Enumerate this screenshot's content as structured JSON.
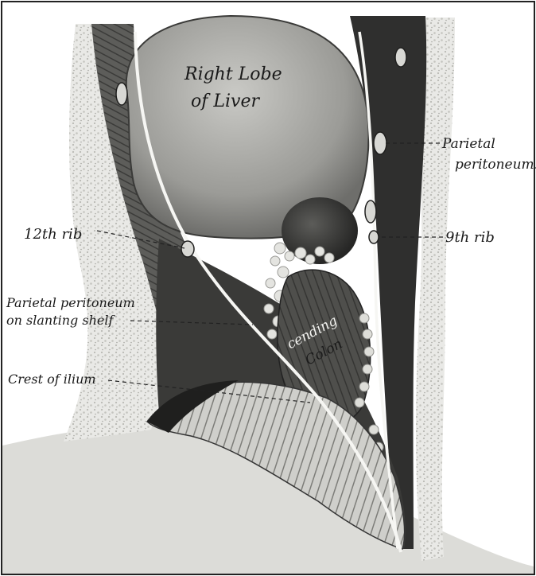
{
  "labels": {
    "liver_line1": "Right Lobe",
    "liver_line2": "of Liver",
    "parietal_peritoneum_line1": "Parietal",
    "parietal_peritoneum_line2": "peritoneum.",
    "rib_12": "12th rib",
    "rib_9": "9th rib",
    "shelf_line1": "Parietal peritoneum",
    "shelf_line2": "on slanting shelf",
    "colon_line1": "cending",
    "colon_line2": "Colon",
    "crest_of_ilium": "Crest of ilium"
  }
}
